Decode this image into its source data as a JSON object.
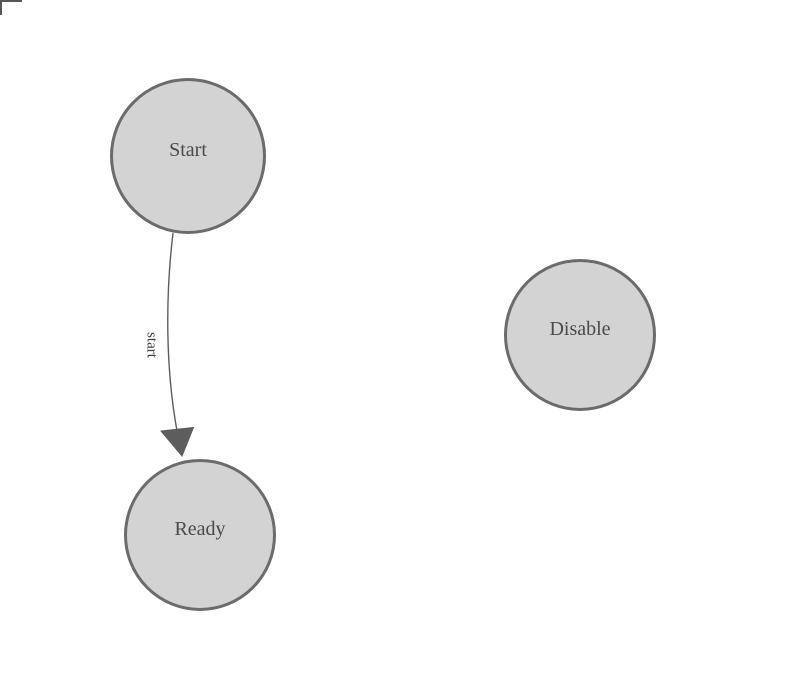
{
  "diagram": {
    "nodes": [
      {
        "id": "start",
        "label": "Start"
      },
      {
        "id": "ready",
        "label": "Ready"
      },
      {
        "id": "disable",
        "label": "Disable"
      }
    ],
    "edges": [
      {
        "id": "start-to-ready",
        "from": "start",
        "to": "ready",
        "label": "start"
      }
    ],
    "colors": {
      "background": "#ffffff",
      "node_fill": "#d3d3d3",
      "node_border": "#6b6b6b",
      "node_text": "#4a4a4a",
      "edge_line": "#5d5d5d",
      "edge_label_text": "#3f3f3f",
      "corner_mark": "#565656"
    }
  }
}
